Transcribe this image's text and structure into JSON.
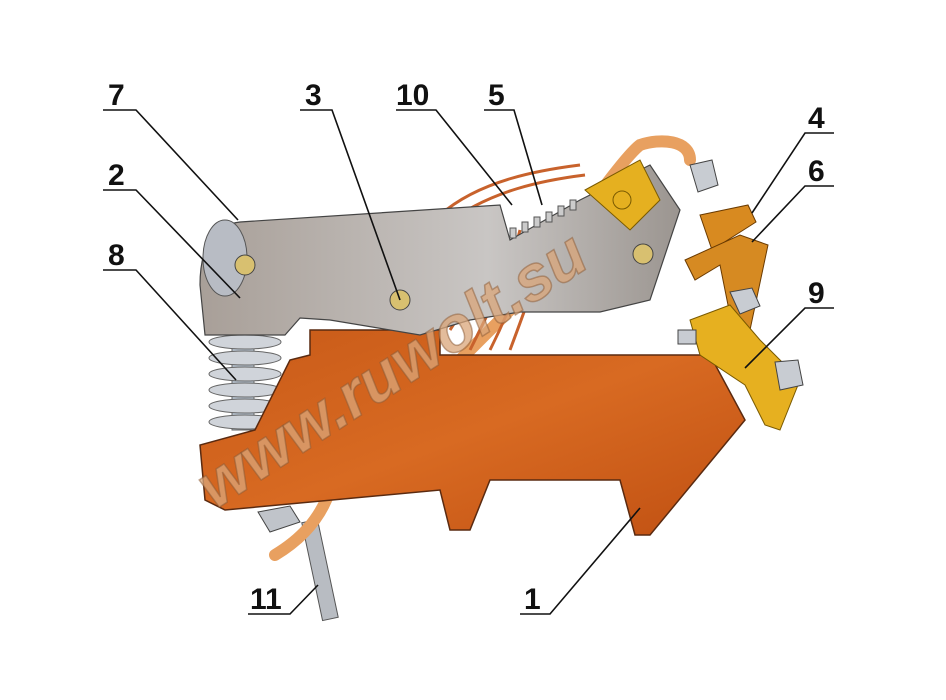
{
  "labels": {
    "l1": "1",
    "l2": "2",
    "l3": "3",
    "l4": "4",
    "l5": "5",
    "l6": "6",
    "l7": "7",
    "l8": "8",
    "l9": "9",
    "l10": "10",
    "l11": "11"
  },
  "watermark": "www.ruwolt.su",
  "colors": {
    "body": "#c8581a",
    "lever": "#b0aaa5",
    "brass": "#e0a818",
    "copper": "#d07038",
    "spring": "#c8ccd2"
  }
}
